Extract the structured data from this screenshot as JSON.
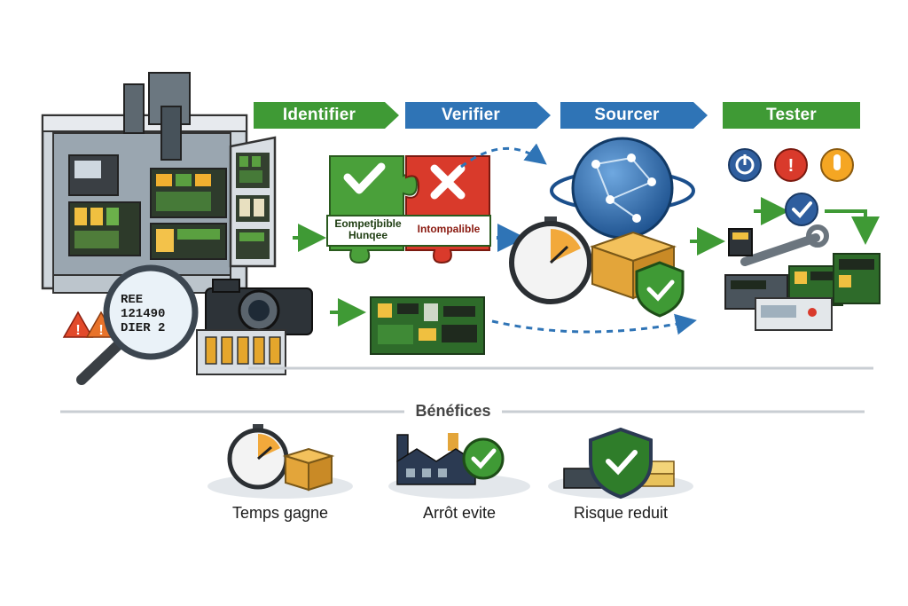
{
  "steps": [
    {
      "label": "Identifier",
      "color": "#3f9a35"
    },
    {
      "label": "Verifier",
      "color": "#2f74b6"
    },
    {
      "label": "Sourcer",
      "color": "#2f74b6"
    },
    {
      "label": "Tester",
      "color": "#3f9a35"
    }
  ],
  "identify": {
    "plate_line1": "REE 121490",
    "plate_line2": "DIER 2"
  },
  "verify": {
    "compatible_label": "Eompetjbible Hunqee",
    "incompatible_label": "Intompalible"
  },
  "benefits": {
    "title": "Bénéfices",
    "items": [
      {
        "label": "Temps gagne",
        "icon": "stopwatch-box-icon"
      },
      {
        "label": "Arrôt evite",
        "icon": "factory-check-icon"
      },
      {
        "label": "Risque reduit",
        "icon": "shield-check-icon"
      }
    ]
  },
  "colors": {
    "green": "#3f9a35",
    "blue": "#2f74b6",
    "red": "#d93a2b",
    "orange": "#f5a623"
  }
}
